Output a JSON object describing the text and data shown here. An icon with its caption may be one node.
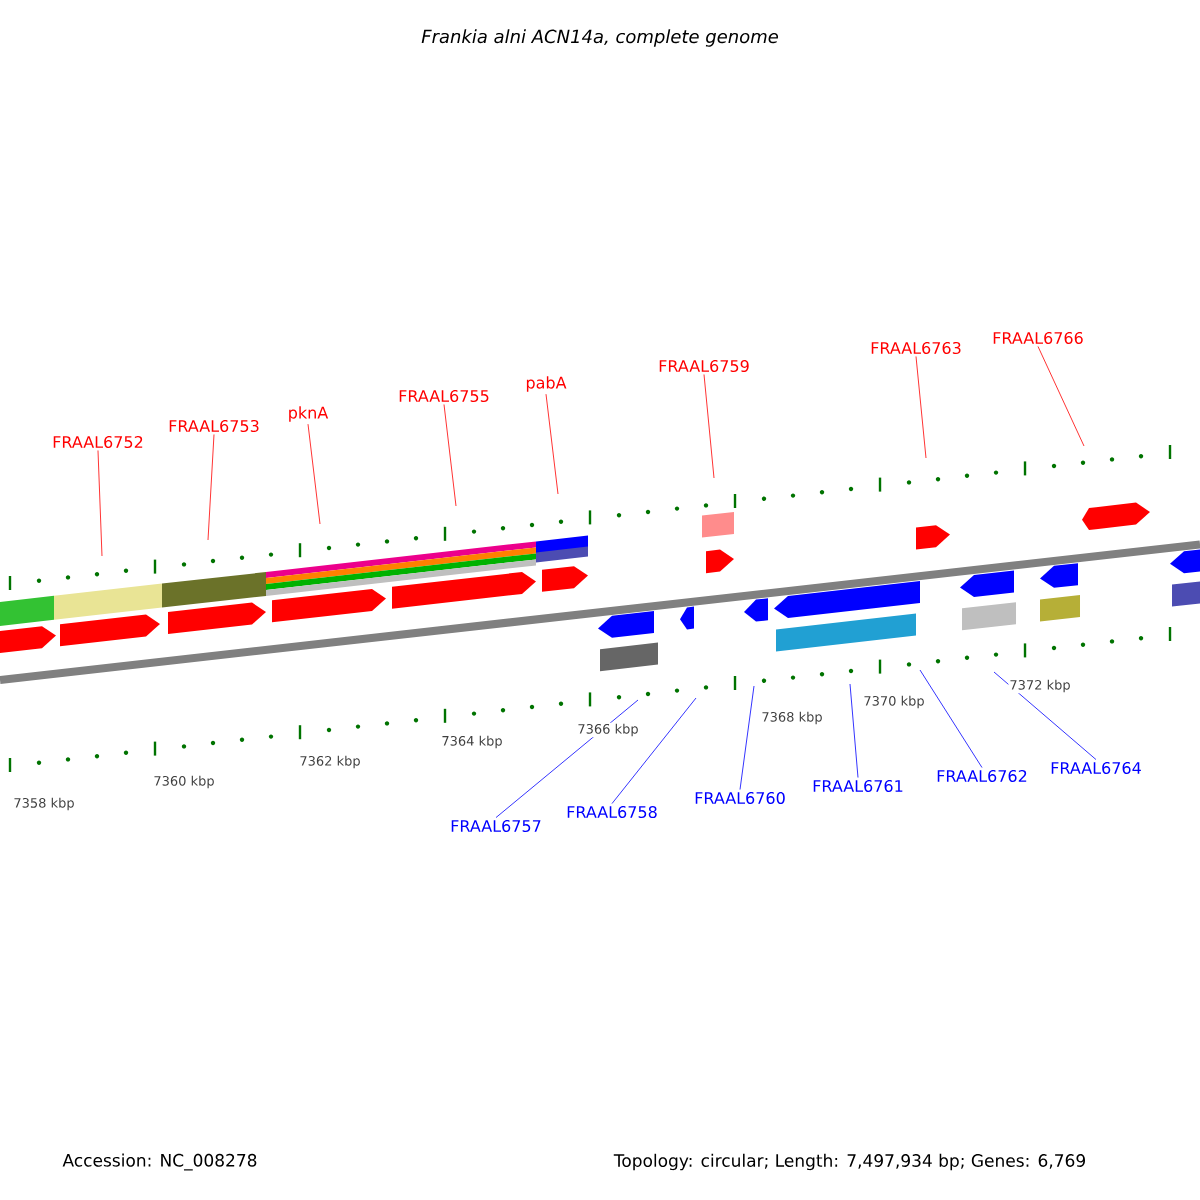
{
  "diagram": {
    "title": "Frankia alni ACN14a, complete genome",
    "nodes": [
      {
        "text": [
          "FRAAL6752"
        ]
      },
      {
        "text": [
          "FRAAL6753"
        ]
      },
      {
        "text": [
          "pknA"
        ]
      },
      {
        "text": [
          "FRAAL6755"
        ]
      },
      {
        "text": [
          "pabA"
        ]
      },
      {
        "text": [
          "FRAAL6759"
        ]
      },
      {
        "text": [
          "FRAAL6763"
        ]
      },
      {
        "text": [
          "FRAAL6766"
        ]
      },
      {
        "text": [
          "FRAAL6757"
        ]
      },
      {
        "text": [
          "FRAAL6758"
        ]
      },
      {
        "text": [
          "FRAAL6760"
        ]
      },
      {
        "text": [
          "FRAAL6761"
        ]
      },
      {
        "text": [
          "FRAAL6762"
        ]
      },
      {
        "text": [
          "FRAAL6764"
        ]
      }
    ],
    "edges": [
      {
        "from": 0,
        "to": null,
        "arrow": "none"
      },
      {
        "from": 1,
        "to": null,
        "arrow": "none"
      },
      {
        "from": 2,
        "to": null,
        "arrow": "none"
      },
      {
        "from": 3,
        "to": null,
        "arrow": "none"
      },
      {
        "from": 4,
        "to": null,
        "arrow": "none"
      },
      {
        "from": 5,
        "to": null,
        "arrow": "none"
      },
      {
        "from": 6,
        "to": null,
        "arrow": "none"
      },
      {
        "from": 7,
        "to": null,
        "arrow": "none"
      },
      {
        "from": 8,
        "to": null,
        "arrow": "none",
        "color": "#0000ff"
      },
      {
        "from": 9,
        "to": null,
        "arrow": "none",
        "color": "#0000ff"
      },
      {
        "from": 10,
        "to": null,
        "arrow": "none",
        "color": "#0000ff"
      },
      {
        "from": 11,
        "to": null,
        "arrow": "none",
        "color": "#0000ff"
      },
      {
        "from": 12,
        "to": null,
        "arrow": "none",
        "color": "#0000ff"
      },
      {
        "from": 13,
        "to": null,
        "arrow": "none",
        "color": "#0000ff"
      }
    ],
    "labels": [
      "7358 kbp",
      "7360 kbp",
      "7362 kbp",
      "7364 kbp",
      "7366 kbp",
      "7368 kbp",
      "7370 kbp",
      "7372 kbp",
      "Accession: NC_008278",
      "Topology: circular; Length: 7,497,934 bp; Genes: 6,769"
    ]
  }
}
